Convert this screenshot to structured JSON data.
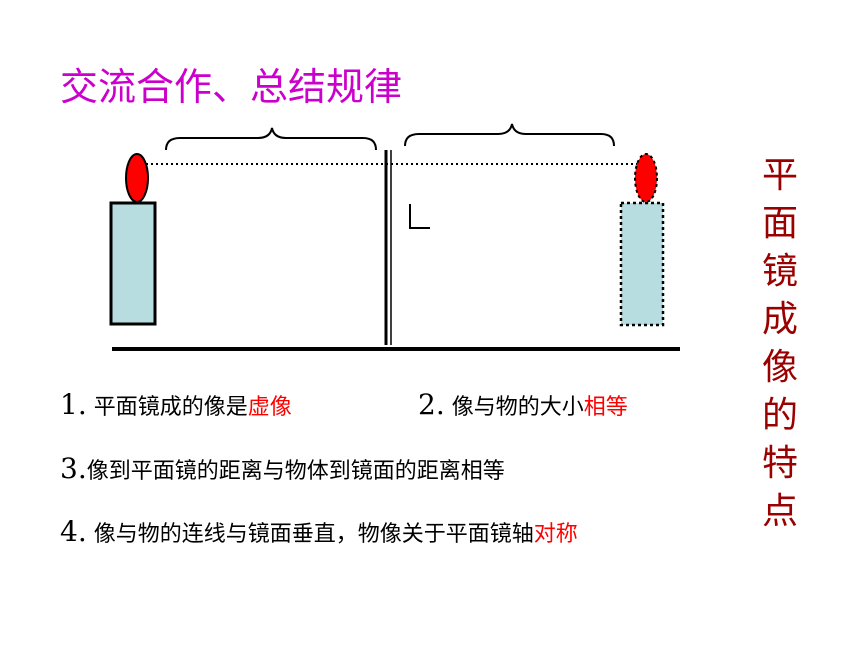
{
  "title": "交流合作、总结规律",
  "side_title": "平面镜成像的特点",
  "points": [
    {
      "num": "1.",
      "text": " 平面镜成的像是",
      "highlight": "虚像"
    },
    {
      "num": "2.",
      "text": " 像与物的大小",
      "highlight": "相等"
    },
    {
      "num": "3.",
      "text": "像到平面镜的距离与物体到镜面的距离相等",
      "highlight": ""
    },
    {
      "num": "4.",
      "text": " 像与物的连线与镜面垂直，物像关于平面镜轴",
      "highlight": "对称"
    }
  ],
  "diagram": {
    "candle_body_color": "#b7dde0",
    "flame_color": "#ff0000",
    "dotted_line_color": "#000000",
    "title_color": "#cc00cc",
    "side_title_color": "#990000",
    "highlight_color": "#ff0000"
  }
}
